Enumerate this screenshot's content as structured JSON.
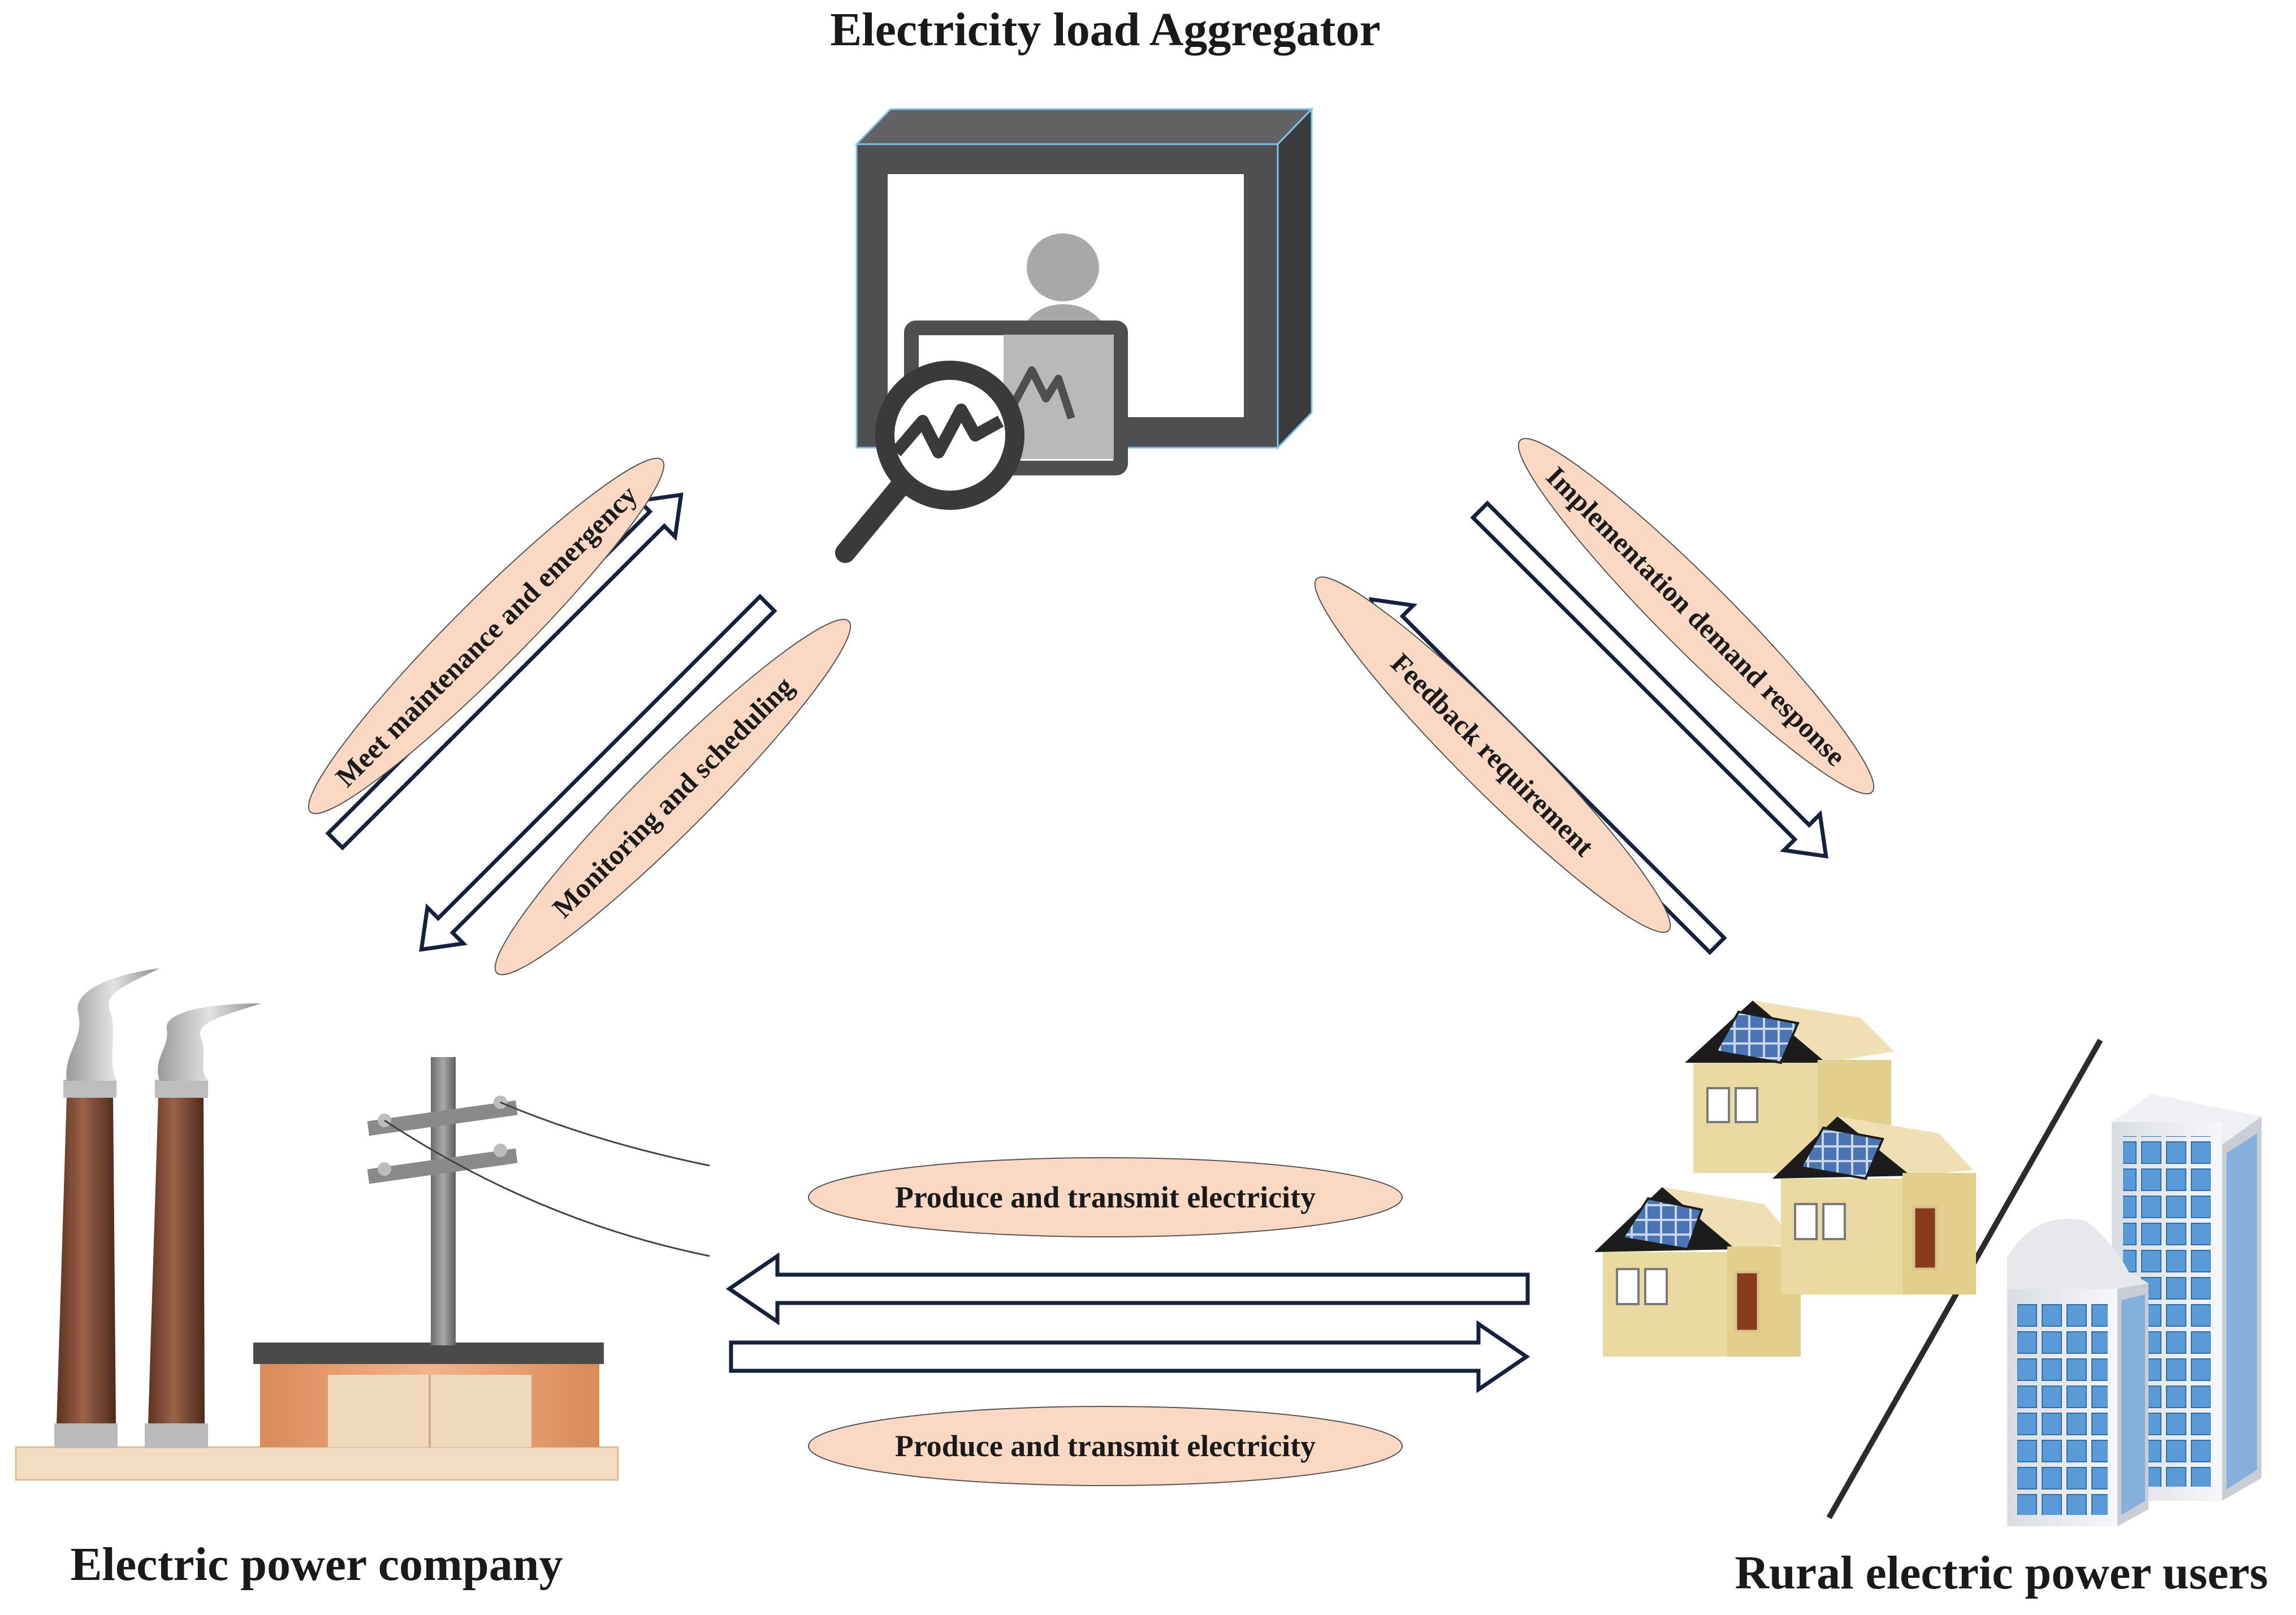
{
  "nodes": {
    "aggregator": {
      "title": "Electricity load Aggregator",
      "icon": "monitor-analytics-icon"
    },
    "company": {
      "title": "Electric power company",
      "icon": "power-plant-icon"
    },
    "users": {
      "title": "Rural electric power users",
      "icon": "houses-and-buildings-icon"
    }
  },
  "flows": {
    "company_to_aggregator": "Meet maintenance and emergency",
    "aggregator_to_company": "Monitoring and scheduling",
    "aggregator_to_users": "Implementation demand response",
    "users_to_aggregator": "Feedback requirement",
    "top_bottom_flow": "Produce and transmit electricity",
    "bottom_flow": "Produce and transmit electricity"
  },
  "colors": {
    "arrow_stroke": "#16213e",
    "label_fill": "#fbd8c3",
    "monitor_body": "#4f4f51",
    "chimney": "#7a4a34",
    "building_glass": "#5b9bd5"
  }
}
